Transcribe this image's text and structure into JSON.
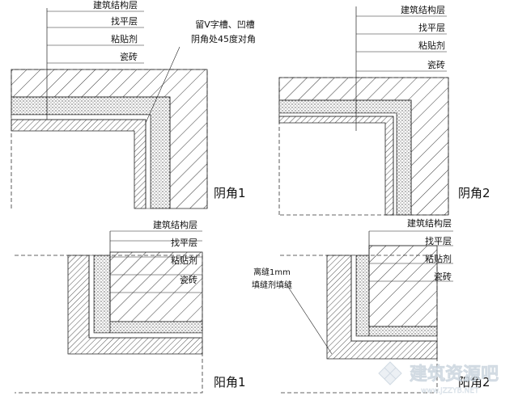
{
  "diagrams": {
    "yin1": {
      "layers": [
        "建筑结构层",
        "找平层",
        "粘贴剂",
        "瓷砖"
      ],
      "note_line1": "留V字槽、凹槽",
      "note_line2": "阴角处45度对角",
      "caption": "阴角1"
    },
    "yin2": {
      "layers": [
        "建筑结构层",
        "找平层",
        "粘贴剂",
        "瓷砖"
      ],
      "caption": "阴角2"
    },
    "yang1": {
      "layers": [
        "建筑结构层",
        "找平层",
        "粘贴剂",
        "瓷砖"
      ],
      "caption": "阳角1"
    },
    "yang2": {
      "layers": [
        "建筑结构层",
        "找平层",
        "粘贴剂",
        "瓷砖"
      ],
      "note_line1": "离缝1mm",
      "note_line2": "填缝剂填缝",
      "caption": "阳角2"
    }
  },
  "watermark": {
    "text": "建筑资源吧",
    "url": "www.JZZYB.NET",
    "icon": "diamond-logo-icon"
  }
}
